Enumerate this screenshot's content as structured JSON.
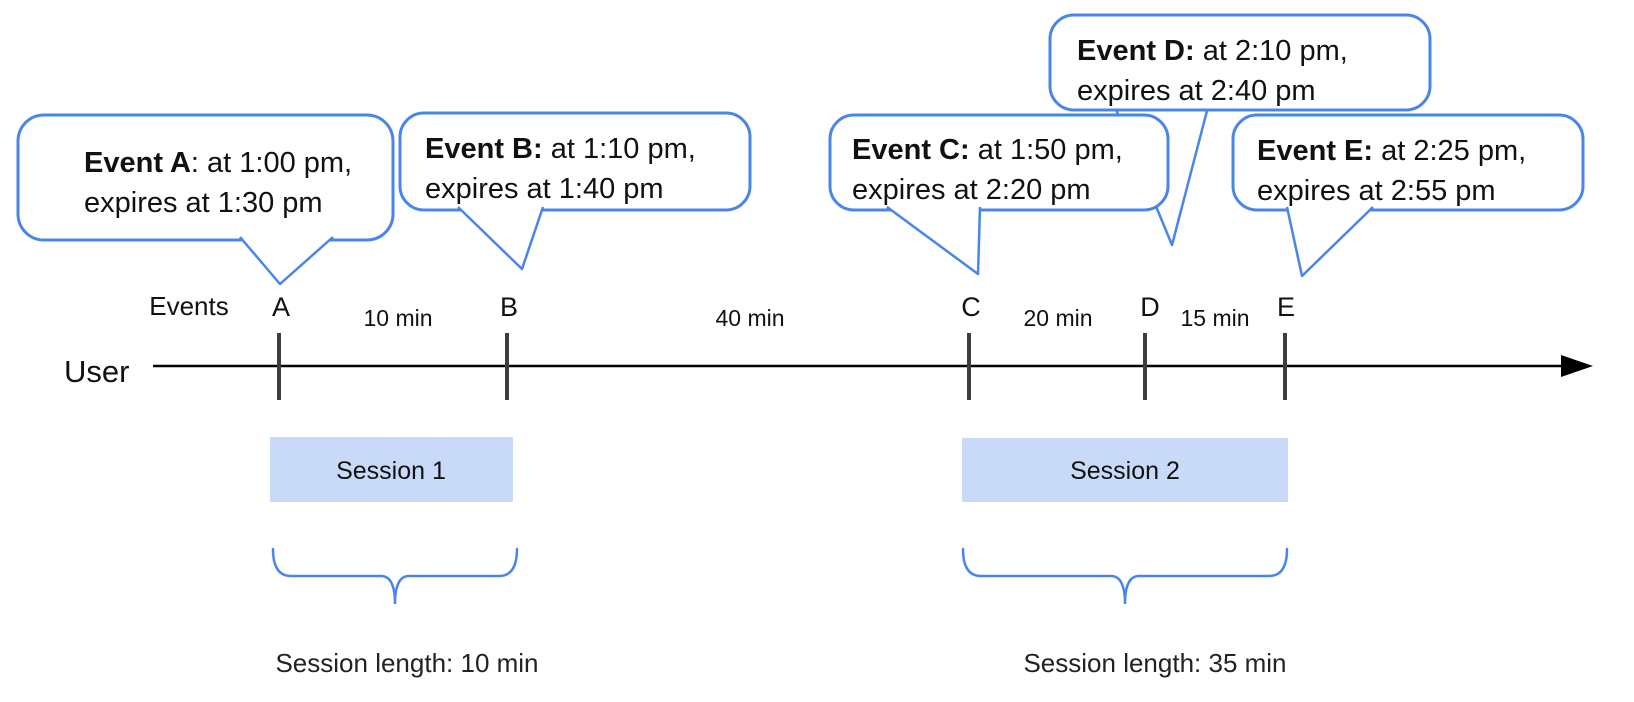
{
  "labels": {
    "events": "Events",
    "user": "User"
  },
  "bubbles": [
    {
      "id": "A",
      "bold": "Event A",
      "rest": ": at 1:00 pm,",
      "line2": "expires at 1:30 pm"
    },
    {
      "id": "B",
      "bold": "Event B:",
      "rest": " at 1:10 pm,",
      "line2": "expires at 1:40 pm"
    },
    {
      "id": "C",
      "bold": "Event C:",
      "rest": " at 1:50 pm,",
      "line2": "expires at 2:20 pm"
    },
    {
      "id": "D",
      "bold": "Event D:",
      "rest": " at 2:10 pm,",
      "line2": "expires at 2:40 pm"
    },
    {
      "id": "E",
      "bold": "Event E:",
      "rest": " at 2:25 pm,",
      "line2": "expires at 2:55 pm"
    }
  ],
  "timeline": {
    "ticks": [
      {
        "label": "A"
      },
      {
        "label": "B"
      },
      {
        "label": "C"
      },
      {
        "label": "D"
      },
      {
        "label": "E"
      }
    ],
    "durations": [
      {
        "label": "10 min"
      },
      {
        "label": "40 min"
      },
      {
        "label": "20 min"
      },
      {
        "label": "15 min"
      }
    ]
  },
  "sessions": [
    {
      "label": "Session 1",
      "length": "Session length: 10 min"
    },
    {
      "label": "Session 2",
      "length": "Session length: 35 min"
    }
  ],
  "colors": {
    "bubble_border": "#4a86e8",
    "brace": "#4a86e8",
    "session_fill": "#c9daf8",
    "tick": "#3d3d3d",
    "axis": "#000000"
  }
}
